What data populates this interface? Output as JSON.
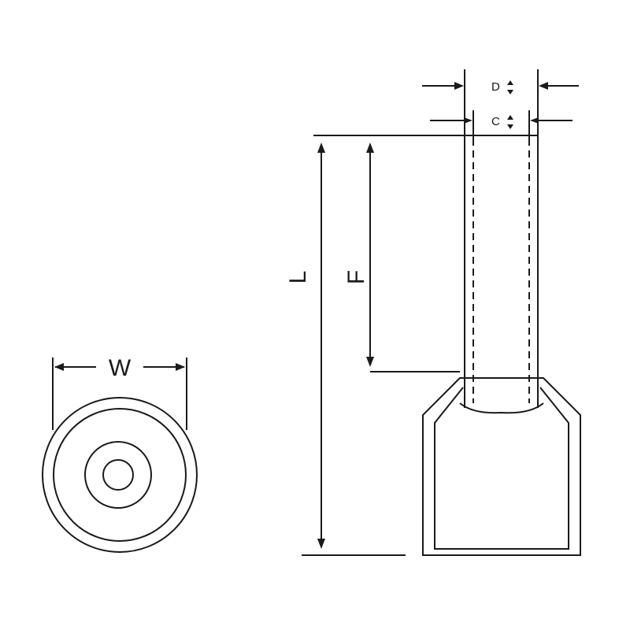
{
  "diagram": {
    "labels": {
      "width": "W",
      "length": "L",
      "f_length": "F",
      "d_diameter": "D",
      "c_diameter": "C"
    },
    "colors": {
      "line": "#1a1a1a",
      "background": "#ffffff"
    }
  }
}
